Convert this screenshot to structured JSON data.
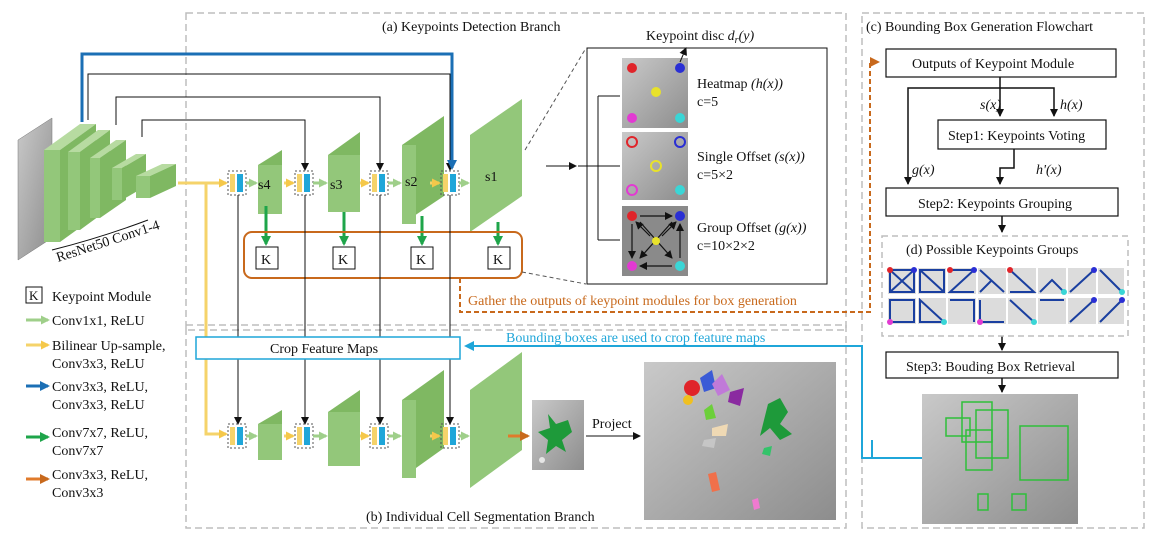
{
  "sections": {
    "a_title": "(a) Keypoints Detection Branch",
    "b_title": "(b) Individual  Cell Segmentation Branch",
    "c_title": "(c) Bounding Box Generation Flowchart",
    "d_title": "(d) Possible Keypoints Groups"
  },
  "backbone": {
    "label": "ResNet50  Conv1-4"
  },
  "stages": [
    "s4",
    "s3",
    "s2",
    "s1"
  ],
  "keypoint_module": {
    "letter": "K"
  },
  "keypoint_disc": {
    "title": "Keypoint disc",
    "symbol": "d",
    "subscript": "r",
    "argument": "(y)",
    "items": [
      {
        "name": "Heatmap",
        "func": "(h(x))",
        "c": "c=5"
      },
      {
        "name": "Single  Offset",
        "func": "(s(x))",
        "c": "c=5×2"
      },
      {
        "name": "Group Offset",
        "func": "(g(x))",
        "c": "c=10×2×2"
      }
    ]
  },
  "legend": [
    {
      "key": "K",
      "label": "Keypoint Module"
    },
    {
      "color": "#9fcf8a",
      "lines": [
        "Conv1x1,  ReLU"
      ]
    },
    {
      "color": "#f5d36a",
      "lines": [
        "Bilinear  Up-sample,",
        "Conv3x3,  ReLU"
      ]
    },
    {
      "color": "#1b6fb5",
      "lines": [
        "Conv3x3,  ReLU,",
        "Conv3x3,  ReLU"
      ]
    },
    {
      "color": "#1ea54a",
      "lines": [
        "Conv7x7,  ReLU,",
        "Conv7x7"
      ]
    },
    {
      "color": "#e07b2c",
      "lines": [
        "Conv3x3,  ReLU,",
        "Conv3x3"
      ]
    }
  ],
  "annotations": {
    "gather": "Gather the outputs of keypoint modules for box generation",
    "crop_note": "Bounding  boxes are used to crop feature  maps",
    "crop_box": "Crop Feature Maps",
    "project": "Project"
  },
  "flowchart": {
    "outputs": "Outputs of Keypoint Module",
    "s_label": "s(x)",
    "h_label": "h(x)",
    "step1": "Step1: Keypoints Voting",
    "g_label": "g(x)",
    "hprime_label": "h'(x)",
    "step2": "Step2: Keypoints Grouping",
    "step3": "Step3: Bouding Box Retrieval"
  },
  "colors": {
    "green_block": "#8fbf72",
    "green_arrow": "#1ea54a",
    "yellow_arrow": "#f5d36a",
    "blue_arrow": "#1b6fb5",
    "orange": "#c8691c",
    "cyan": "#1fa6d9",
    "dashed_border": "#bdbdbd"
  }
}
